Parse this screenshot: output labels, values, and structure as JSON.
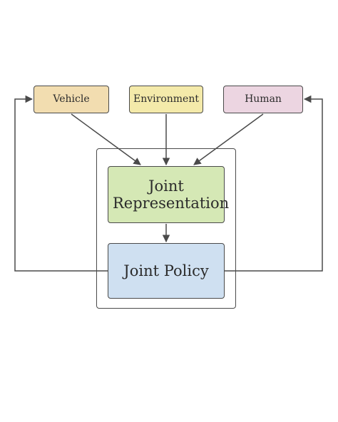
{
  "nodes": {
    "vehicle": "Vehicle",
    "environment": "Environment",
    "human": "Human",
    "joint_representation": "Joint Representation",
    "joint_policy": "Joint Policy"
  },
  "colors": {
    "vehicle": "#f2ddb0",
    "environment": "#f4eaaa",
    "human": "#ecd5e1",
    "joint_representation": "#d5e8b5",
    "joint_policy": "#cfe0f1",
    "stroke": "#4a4a4a"
  },
  "edges": [
    {
      "from": "vehicle",
      "to": "joint_representation"
    },
    {
      "from": "environment",
      "to": "joint_representation"
    },
    {
      "from": "human",
      "to": "joint_representation"
    },
    {
      "from": "joint_representation",
      "to": "joint_policy"
    },
    {
      "from": "joint_policy",
      "to": "vehicle"
    },
    {
      "from": "joint_policy",
      "to": "human"
    }
  ]
}
